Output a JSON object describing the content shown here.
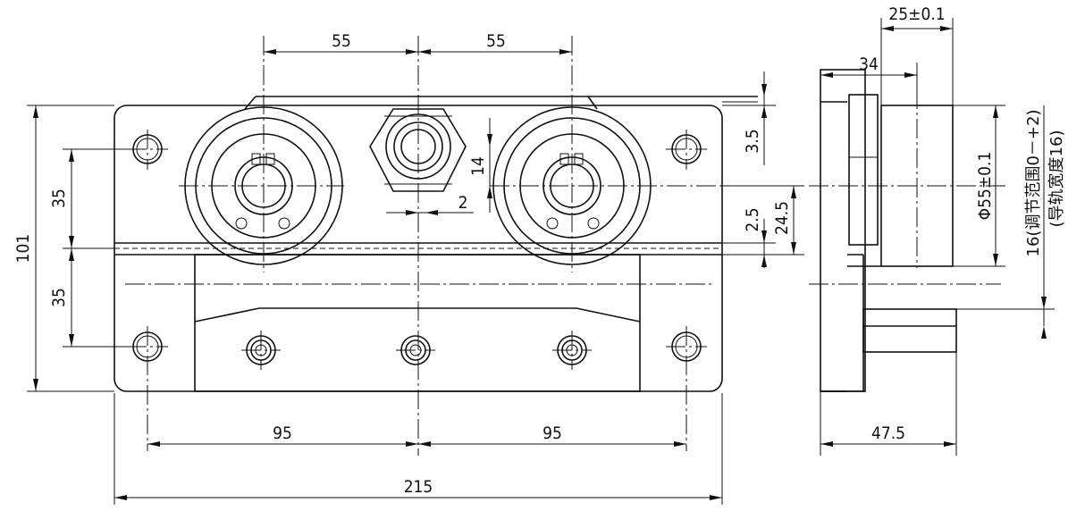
{
  "drawing": {
    "front_view": {
      "dim_spacing_left": "55",
      "dim_spacing_right": "55",
      "dim_hole_pitch_left": "95",
      "dim_hole_pitch_right": "95",
      "dim_total_width": "215",
      "dim_total_height": "101",
      "dim_upper_35": "35",
      "dim_lower_35": "35",
      "dim_nut_14": "14",
      "dim_offset_2": "2",
      "dim_3_5": "3.5",
      "dim_2_5": "2.5",
      "dim_24_5": "24.5"
    },
    "side_view": {
      "dim_25": "25±0.1",
      "dim_34": "34",
      "dim_47_5": "47.5",
      "dim_phi55": "Φ55±0.1",
      "dim_16_line1": "16(调节范围0－+2)",
      "dim_16_line2": "(导轨宽度16)"
    }
  }
}
